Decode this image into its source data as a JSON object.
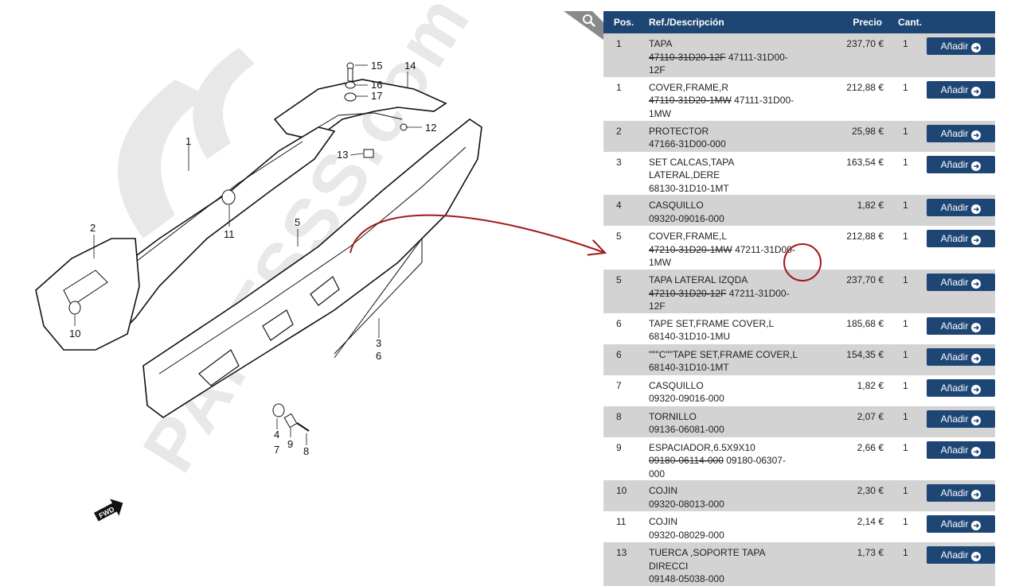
{
  "columns": {
    "pos": "Pos.",
    "ref": "Ref./Descripción",
    "price": "Precio",
    "qty": "Cant."
  },
  "add_button_label": "Añadir",
  "icons": {
    "search": "magnifier-icon",
    "add": "arrow-right-circle-icon",
    "fwd": "fwd-arrow-icon"
  },
  "colors": {
    "header": "#1e4675",
    "stripe": "#d3d3d3",
    "annotation": "#a11a1a"
  },
  "diagram": {
    "callouts": [
      "15",
      "16",
      "17",
      "14",
      "12",
      "13",
      "1",
      "2",
      "11",
      "5",
      "10",
      "3",
      "6",
      "4",
      "7",
      "9",
      "8"
    ],
    "fwd_label": "FWD",
    "watermark": "PARTSSS.com"
  },
  "rows": [
    {
      "pos": "1",
      "desc": "TAPA",
      "ref_old": "47110-31D20-12F",
      "ref_new": "47111-31D00-12F",
      "price": "237,70 €",
      "qty": "1"
    },
    {
      "pos": "1",
      "desc": "COVER,FRAME,R",
      "ref_old": "47110-31D20-1MW",
      "ref_new": "47111-31D00-1MW",
      "price": "212,88 €",
      "qty": "1"
    },
    {
      "pos": "2",
      "desc": "PROTECTOR",
      "ref_old": "",
      "ref_new": "47166-31D00-000",
      "price": "25,98 €",
      "qty": "1"
    },
    {
      "pos": "3",
      "desc": "SET CALCAS,TAPA LATERAL,DERE",
      "ref_old": "",
      "ref_new": "68130-31D10-1MT",
      "price": "163,54 €",
      "qty": "1"
    },
    {
      "pos": "4",
      "desc": "CASQUILLO",
      "ref_old": "",
      "ref_new": "09320-09016-000",
      "price": "1,82 €",
      "qty": "1"
    },
    {
      "pos": "5",
      "desc": "COVER,FRAME,L",
      "ref_old": "47210-31D20-1MW",
      "ref_new": "47211-31D00-1MW",
      "price": "212,88 €",
      "qty": "1"
    },
    {
      "pos": "5",
      "desc": "TAPA LATERAL IZQDA",
      "ref_old": "47210-31D20-12F",
      "ref_new": "47211-31D00-12F",
      "price": "237,70 €",
      "qty": "1"
    },
    {
      "pos": "6",
      "desc": "TAPE SET,FRAME COVER,L",
      "ref_old": "",
      "ref_new": "68140-31D10-1MU",
      "price": "185,68 €",
      "qty": "1"
    },
    {
      "pos": "6",
      "desc": "\"\"\"C\"\"TAPE SET,FRAME COVER,L",
      "ref_old": "",
      "ref_new": "68140-31D10-1MT",
      "price": "154,35 €",
      "qty": "1"
    },
    {
      "pos": "7",
      "desc": "CASQUILLO",
      "ref_old": "",
      "ref_new": "09320-09016-000",
      "price": "1,82 €",
      "qty": "1"
    },
    {
      "pos": "8",
      "desc": "TORNILLO",
      "ref_old": "",
      "ref_new": "09136-06081-000",
      "price": "2,07 €",
      "qty": "1"
    },
    {
      "pos": "9",
      "desc": "ESPACIADOR,6.5X9X10",
      "ref_old": "09180-06114-000",
      "ref_new": "09180-06307-000",
      "price": "2,66 €",
      "qty": "1"
    },
    {
      "pos": "10",
      "desc": "COJIN",
      "ref_old": "",
      "ref_new": "09320-08013-000",
      "price": "2,30 €",
      "qty": "1"
    },
    {
      "pos": "11",
      "desc": "COJIN",
      "ref_old": "",
      "ref_new": "09320-08029-000",
      "price": "2,14 €",
      "qty": "1"
    },
    {
      "pos": "13",
      "desc": "TUERCA ,SOPORTE TAPA DIRECCI",
      "ref_old": "",
      "ref_new": "09148-05038-000",
      "price": "1,73 €",
      "qty": "1"
    }
  ]
}
